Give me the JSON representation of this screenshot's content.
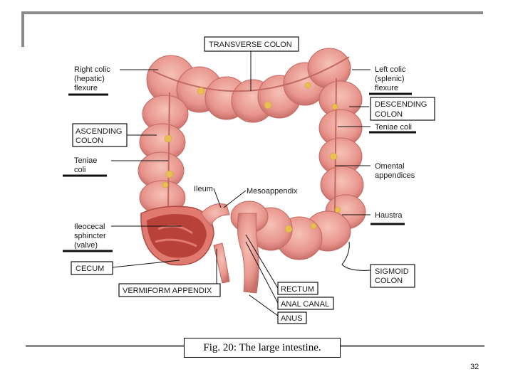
{
  "labels": {
    "transverse_colon": "TRANSVERSE COLON",
    "right_colic_1": "Right colic",
    "right_colic_2": "(hepatic)",
    "right_colic_3": "flexure",
    "left_colic_1": "Left colic",
    "left_colic_2": "(splenic)",
    "left_colic_3": "flexure",
    "descending_1": "DESCENDING",
    "descending_2": "COLON",
    "teniae_coli_right": "Teniae coli",
    "ascending_1": "ASCENDING",
    "ascending_2": "COLON",
    "teniae_1": "Teniae",
    "teniae_2": "coli",
    "omental_1": "Omental",
    "omental_2": "appendices",
    "ileum": "Ileum",
    "mesoappendix": "Mesoappendix",
    "haustra": "Haustra",
    "ileocecal_1": "Ileocecal",
    "ileocecal_2": "sphincter",
    "ileocecal_3": "(valve)",
    "cecum": "CECUM",
    "sigmoid_1": "SIGMOID",
    "sigmoid_2": "COLON",
    "rectum": "RECTUM",
    "anal_canal": "ANAL CANAL",
    "anus": "ANUS",
    "vermiform": "VERMIFORM APPENDIX"
  },
  "caption": "Fig. 20: The large intestine.",
  "page_number": "32",
  "colors": {
    "colon_fill": "#e8958c",
    "colon_dark": "#c86a62",
    "colon_light": "#f4b5aa",
    "fat": "#e8c050",
    "interior": "#b8413a",
    "rule": "#8a8a8a"
  }
}
